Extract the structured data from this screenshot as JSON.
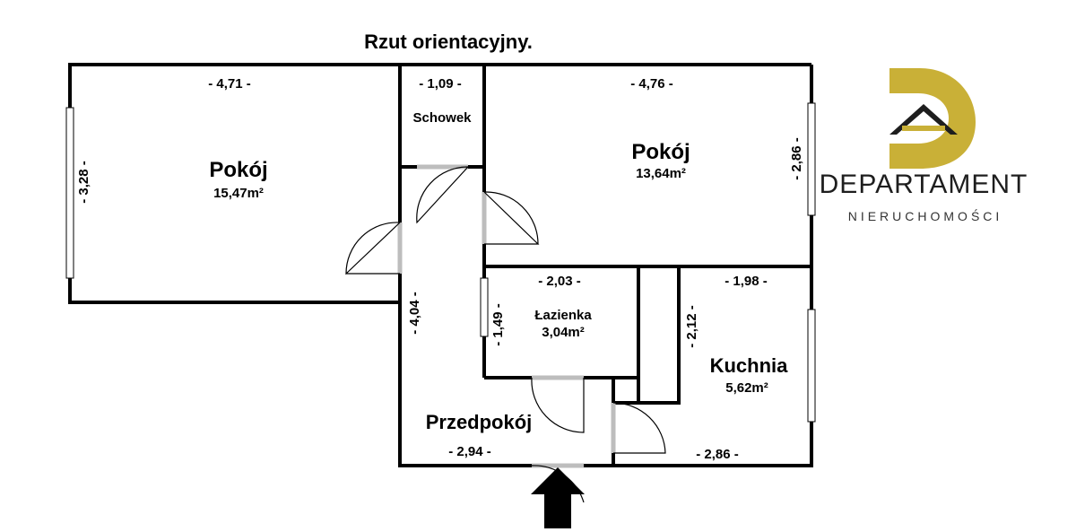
{
  "title": "Rzut orientacyjny.",
  "rooms": {
    "pokoj_left": {
      "name": "Pokój",
      "area": "15,47m²"
    },
    "schowek": {
      "name": "Schowek"
    },
    "pokoj_right": {
      "name": "Pokój",
      "area": "13,64m²"
    },
    "lazienka": {
      "name": "Łazienka",
      "area": "3,04m²"
    },
    "kuchnia": {
      "name": "Kuchnia",
      "area": "5,62m²"
    },
    "przedpokoj": {
      "name": "Przedpokój"
    }
  },
  "dimensions": {
    "pokoj_left_width": "- 4,71 -",
    "pokoj_left_height": "- 3,28 -",
    "schowek_width": "- 1,09 -",
    "pokoj_right_width": "- 4,76 -",
    "pokoj_right_height": "- 2,86 -",
    "lazienka_width": "- 2,03 -",
    "lazienka_height": "- 1,49 -",
    "kuchnia_width": "- 1,98 -",
    "kuchnia_height": "- 2,12 -",
    "hall_height": "- 4,04 -",
    "przedpokoj_width": "- 2,94 -",
    "kuchnia_bottom": "- 2,86 -"
  },
  "logo": {
    "name": "DEPARTAMENT",
    "subtitle": "NIERUCHOMOŚCI",
    "gold": "#c9b037",
    "dark": "#1e1e1e"
  },
  "entrance_arrow": "entrance-arrow-icon"
}
